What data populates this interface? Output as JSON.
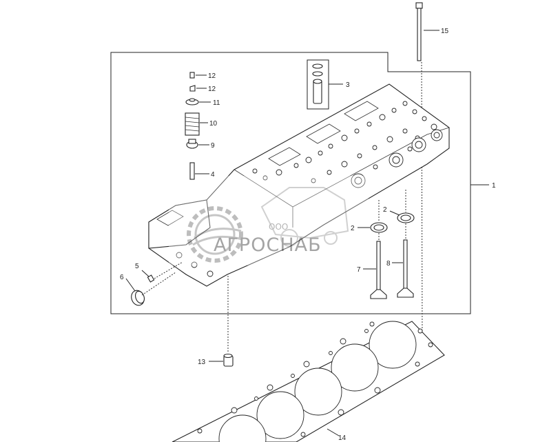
{
  "diagram": {
    "callouts": {
      "c1": "1",
      "c2a": "2",
      "c2b": "2",
      "c3": "3",
      "c4": "4",
      "c5": "5",
      "c6": "6",
      "c7": "7",
      "c8": "8",
      "c9": "9",
      "c10": "10",
      "c11": "11",
      "c12a": "12",
      "c12b": "12",
      "c13": "13",
      "c14": "14",
      "c15": "15"
    },
    "watermark": {
      "company_form": "ООО",
      "brand": "АГРОСНАБ"
    }
  }
}
